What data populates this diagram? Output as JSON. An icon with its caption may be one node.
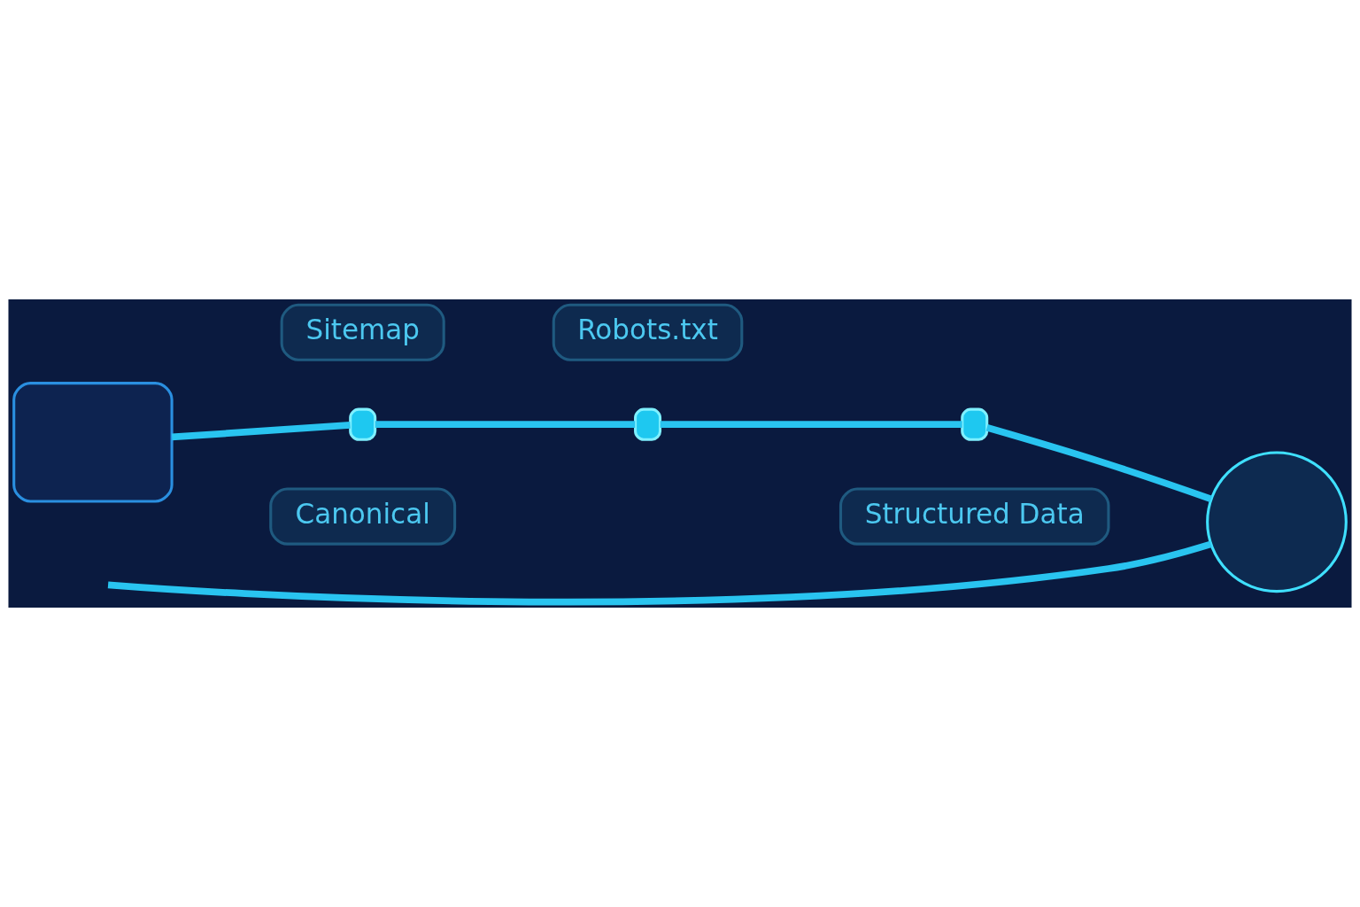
{
  "diagram": {
    "nodes": [
      {
        "text": [],
        "shape": "box"
      },
      {
        "text": [
          "Sitemap"
        ]
      },
      {
        "text": [
          "Robots.txt"
        ]
      },
      {
        "text": [],
        "shape": "box"
      },
      {
        "text": [],
        "shape": "box"
      },
      {
        "text": [],
        "shape": "box"
      },
      {
        "text": [
          "Canonical"
        ]
      },
      {
        "text": [
          "Structured Data"
        ]
      },
      {
        "text": [],
        "shape": "circle"
      }
    ],
    "edges": [
      {
        "from": 0,
        "to": 3,
        "arrow": "none"
      },
      {
        "from": 3,
        "to": 4,
        "arrow": "none"
      },
      {
        "from": 4,
        "to": 5,
        "arrow": "none"
      },
      {
        "from": 5,
        "to": 8,
        "arrow": "none"
      },
      {
        "from": null,
        "to": 8,
        "arrow": "none"
      }
    ]
  }
}
